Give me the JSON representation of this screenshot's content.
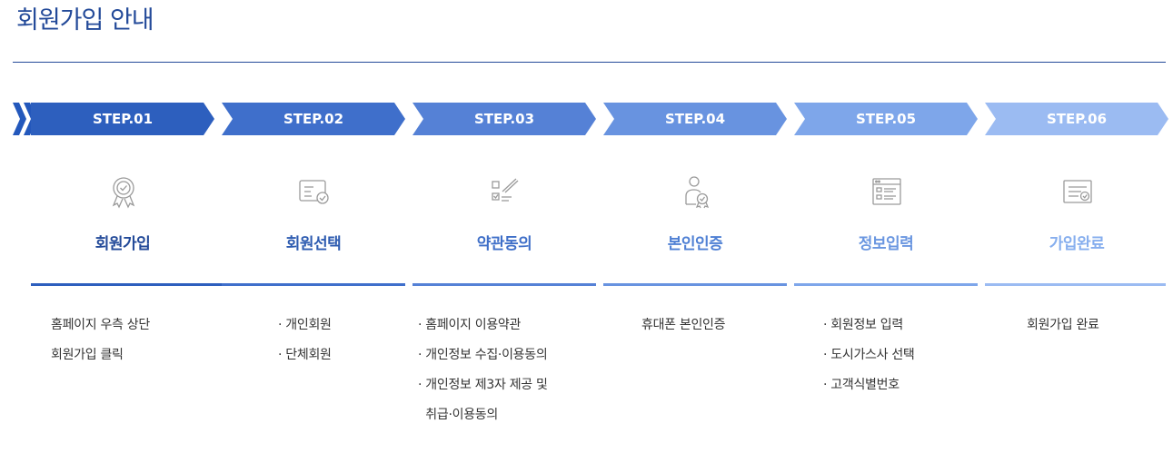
{
  "page": {
    "title": "회원가입 안내"
  },
  "steps": [
    {
      "label": "STEP.01",
      "name": "회원가입",
      "icon": "award-badge-icon",
      "color": "#2d5fbe",
      "desc": [
        "홈페이지 우측 상단",
        "회원가입 클릭"
      ]
    },
    {
      "label": "STEP.02",
      "name": "회원선택",
      "icon": "id-card-check-icon",
      "color": "#3f6fcb",
      "desc": [
        "· 개인회원",
        "· 단체회원"
      ]
    },
    {
      "label": "STEP.03",
      "name": "약관동의",
      "icon": "checklist-pen-icon",
      "color": "#5581d6",
      "desc": [
        "· 홈페이지 이용약관",
        "· 개인정보 수집·이용동의",
        "· 개인정보 제3자 제공 및",
        "  취급·이용동의"
      ]
    },
    {
      "label": "STEP.04",
      "name": "본인인증",
      "icon": "user-verify-icon",
      "color": "#6893e0",
      "desc": [
        "휴대폰 본인인증"
      ]
    },
    {
      "label": "STEP.05",
      "name": "정보입력",
      "icon": "form-document-icon",
      "color": "#7ea6ea",
      "desc": [
        "· 회원정보 입력",
        "· 도시가스사 선택",
        "· 고객식별번호"
      ]
    },
    {
      "label": "STEP.06",
      "name": "가입완료",
      "icon": "document-check-icon",
      "color": "#9bbbf2",
      "desc": [
        "회원가입 완료"
      ]
    }
  ]
}
